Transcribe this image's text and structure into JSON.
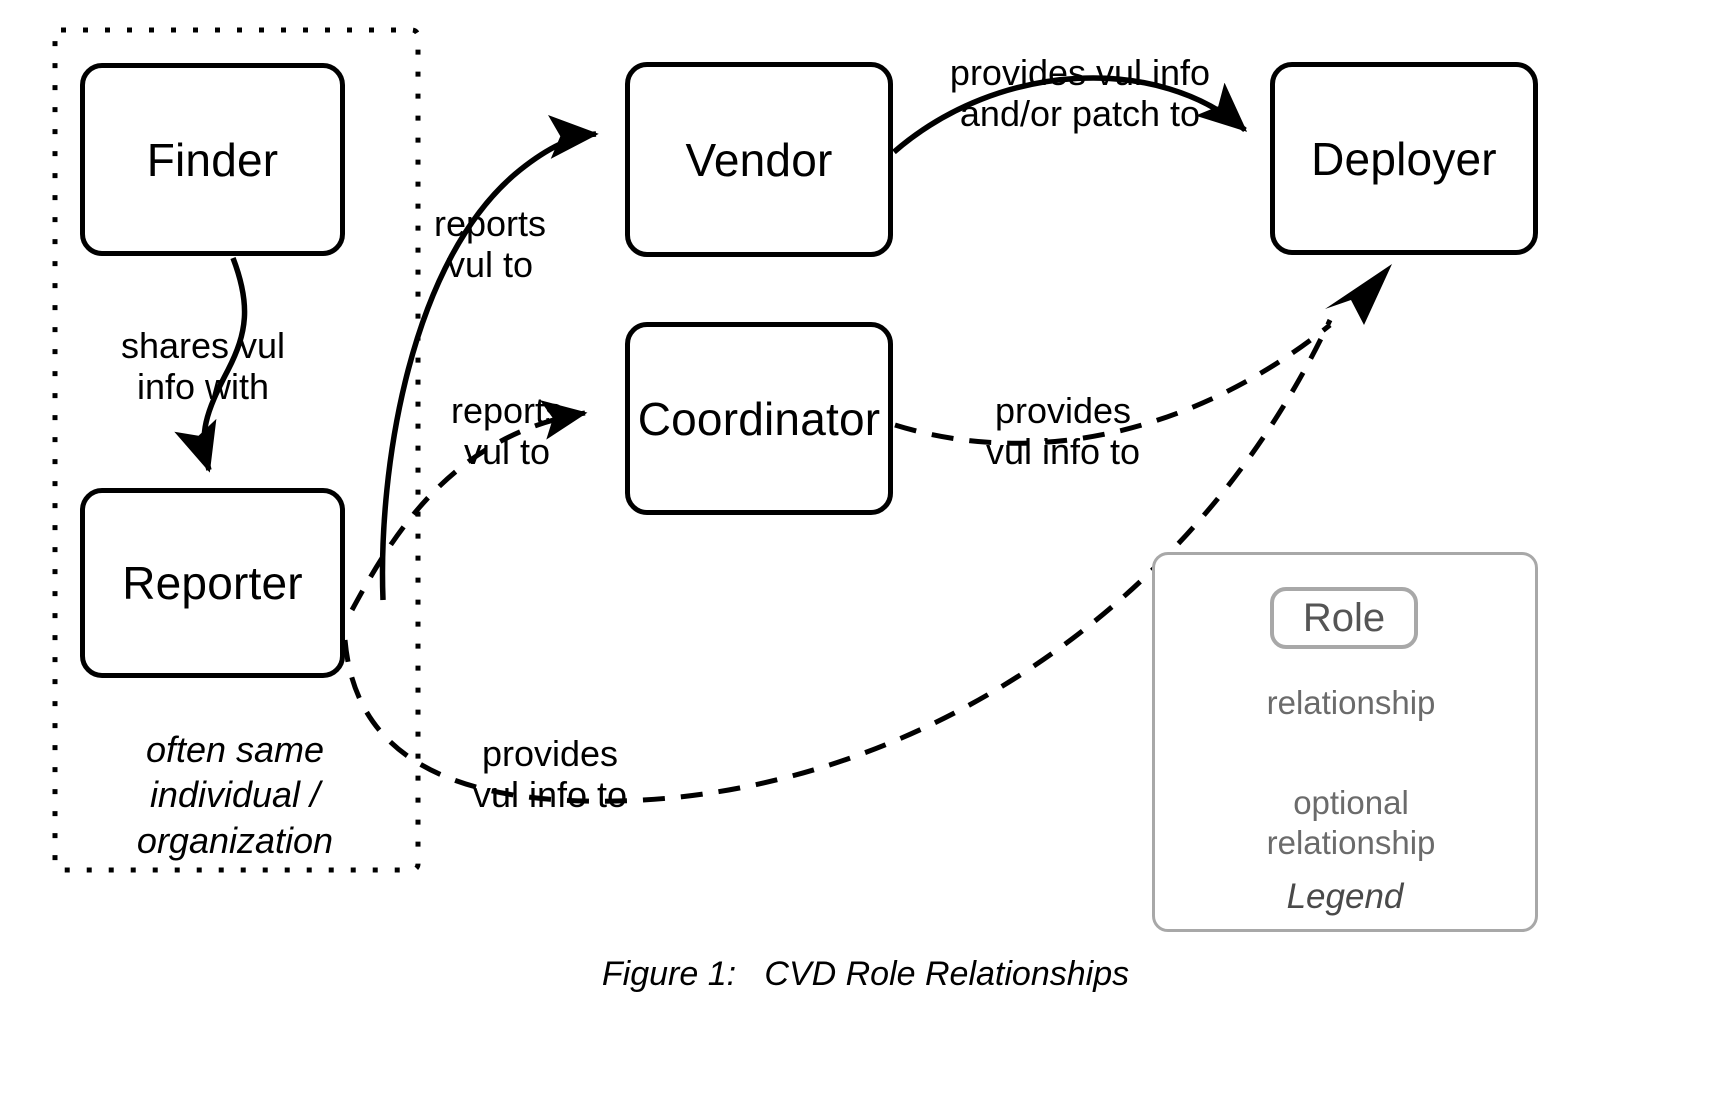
{
  "figure": {
    "caption": "Figure 1:   CVD Role Relationships"
  },
  "nodes": [
    {
      "id": "finder",
      "label": "Finder"
    },
    {
      "id": "reporter",
      "label": "Reporter"
    },
    {
      "id": "vendor",
      "label": "Vendor"
    },
    {
      "id": "coordinator",
      "label": "Coordinator"
    },
    {
      "id": "deployer",
      "label": "Deployer"
    }
  ],
  "group": {
    "note": "often same\nindividual /\norganization"
  },
  "edges": [
    {
      "id": "finder-reporter",
      "from": "Finder",
      "to": "Reporter",
      "label": "shares vul\ninfo with",
      "style": "solid"
    },
    {
      "id": "reporter-vendor",
      "from": "Reporter",
      "to": "Vendor",
      "label": "reports\nvul to",
      "style": "solid"
    },
    {
      "id": "vendor-deployer",
      "from": "Vendor",
      "to": "Deployer",
      "label": "provides vul info\nand/or patch to",
      "style": "solid"
    },
    {
      "id": "reporter-coordinator",
      "from": "Reporter",
      "to": "Coordinator",
      "label": "reports\nvul to",
      "style": "dashed"
    },
    {
      "id": "coordinator-deployer",
      "from": "Coordinator",
      "to": "Deployer",
      "label": "provides\nvul info to",
      "style": "dashed"
    },
    {
      "id": "reporter-deployer",
      "from": "Reporter",
      "to": "Deployer",
      "label": "provides\nvul info to",
      "style": "dashed"
    }
  ],
  "legend": {
    "role_label": "Role",
    "relationship_label": "relationship",
    "optional_label": "optional\nrelationship",
    "title": "Legend"
  },
  "colors": {
    "stroke": "#000000",
    "legend_stroke": "#a8a8a8",
    "legend_text": "#6b6b6b",
    "background": "#ffffff"
  }
}
